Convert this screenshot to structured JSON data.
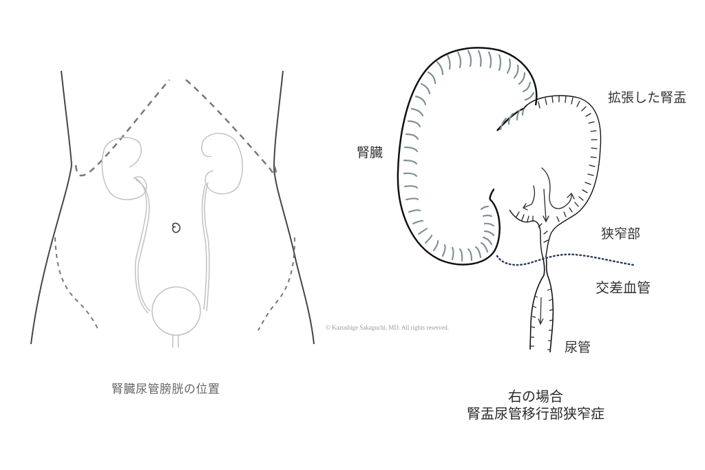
{
  "left_figure": {
    "caption": "腎臓尿管膀胱の位置",
    "structures": [
      "body-outline",
      "rib-margin",
      "pelvis-outline",
      "kidney-right",
      "kidney-left",
      "ureter-right",
      "ureter-left",
      "bladder",
      "urethra",
      "navel"
    ]
  },
  "right_figure": {
    "labels": {
      "kidney": "腎臓",
      "dilated_pelvis": "拡張した腎盂",
      "stenosis": "狭窄部",
      "crossing_vessel": "交差血管",
      "ureter": "尿管"
    },
    "caption_line1": "右の場合",
    "caption_line2": "腎盂尿管移行部狭窄症",
    "colors": {
      "outline": "#111111",
      "hatch": "#7f9196",
      "vessel_dots": "#2b3a5c"
    }
  },
  "copyright": "© Kazushige Sakaguchi, MD. All rights reserved.",
  "colors": {
    "background": "#ffffff",
    "body_outline": "#444444",
    "dashed": "#777777",
    "organ_outline": "#c4c4c4",
    "label_text": "#333333",
    "caption_text": "#666666"
  }
}
